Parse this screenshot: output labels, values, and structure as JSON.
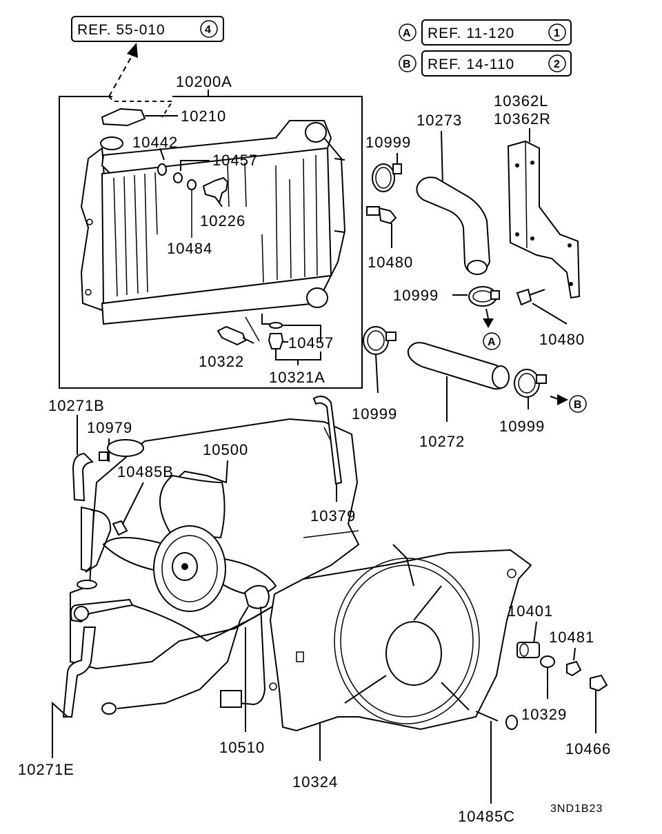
{
  "references": [
    {
      "key": "ref-55",
      "letter": "",
      "text": "REF. 55-010",
      "num": "4"
    },
    {
      "key": "ref-11",
      "letter": "A",
      "text": "REF. 11-120",
      "num": "1"
    },
    {
      "key": "ref-14",
      "letter": "B",
      "text": "REF. 14-110",
      "num": "2"
    }
  ],
  "markers": {
    "a": "A",
    "b": "B"
  },
  "parts": {
    "p10200A": "10200A",
    "p10210": "10210",
    "p10442": "10442",
    "p10457a": "10457",
    "p10226": "10226",
    "p10484": "10484",
    "p10322": "10322",
    "p10457b": "10457",
    "p10321A": "10321A",
    "p10999a": "10999",
    "p10480a": "10480",
    "p10999b": "10999",
    "p10999c": "10999",
    "p10273": "10273",
    "p10362L": "10362L",
    "p10362R": "10362R",
    "p10480b": "10480",
    "p10272": "10272",
    "p10999d": "10999",
    "p10271B": "10271B",
    "p10979": "10979",
    "p10500": "10500",
    "p10485B": "10485B",
    "p10379": "10379",
    "p10401": "10401",
    "p10481": "10481",
    "p10329": "10329",
    "p10466": "10466",
    "p10510": "10510",
    "p10271E": "10271E",
    "p10324": "10324",
    "p10485C": "10485C"
  },
  "diagram_code": "3ND1B23"
}
